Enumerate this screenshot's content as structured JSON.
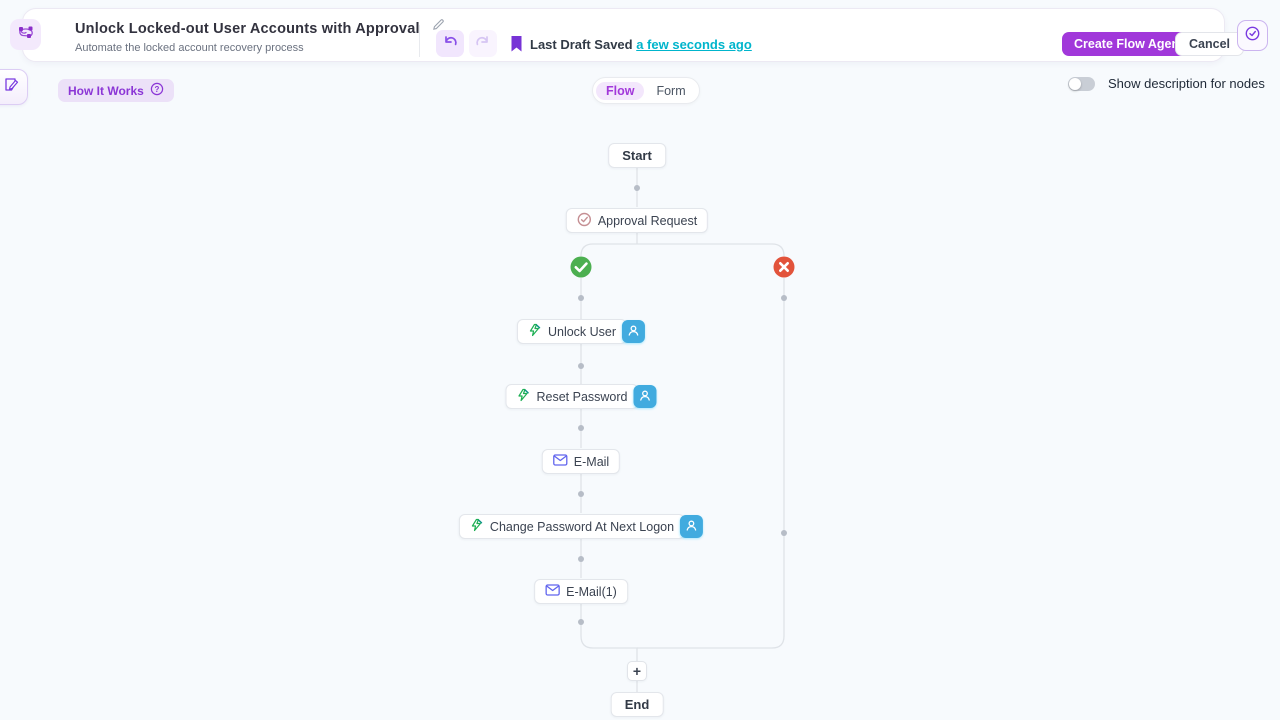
{
  "header": {
    "title": "Unlock Locked-out User Accounts with Approval",
    "subtitle": "Automate the locked account recovery process",
    "saved_label": "Last Draft Saved",
    "saved_time_link": "a few seconds ago",
    "create_flow_agent_button": "Create Flow Agent",
    "cancel_button": "Cancel"
  },
  "toolbar": {
    "how_it_works_label": "How It Works",
    "flow_tab": "Flow",
    "form_tab": "Form",
    "selected_tab": "Flow",
    "show_description_label": "Show description for nodes",
    "show_description_enabled": false
  },
  "flow": {
    "start": "Start",
    "approval": "Approval Request",
    "unlock_user": "Unlock User",
    "reset_password": "Reset Password",
    "email": "E-Mail",
    "change_password": "Change Password At Next Logon",
    "email_1": "E-Mail(1)",
    "add": "+",
    "end": "End",
    "approve_branch": "approved",
    "reject_branch": "rejected"
  },
  "icons": {
    "flow_agent": "flow-agent-icon",
    "edit": "edit-pencil-icon",
    "undo": "undo-icon",
    "redo": "redo-icon",
    "bookmark": "bookmark-icon",
    "history_check": "history-check-icon",
    "notepad": "notepad-icon",
    "question": "question-circle-icon",
    "approval": "approval-check-icon",
    "action": "zap-pen-icon",
    "mail": "mail-envelope-icon",
    "user": "user-person-icon"
  },
  "colors": {
    "accent_purple": "#a138da",
    "light_purple_bg": "#f3e9fc",
    "link_teal": "#00b5cc",
    "approve_green": "#4caf50",
    "reject_red": "#e2533b",
    "user_badge_blue": "#41abdf",
    "action_green": "#1eaf54",
    "mail_indigo": "#6064ee",
    "approval_rose": "#c58f93",
    "connector_gray": "#dfe3e8",
    "canvas_bg": "#f7fafd"
  }
}
